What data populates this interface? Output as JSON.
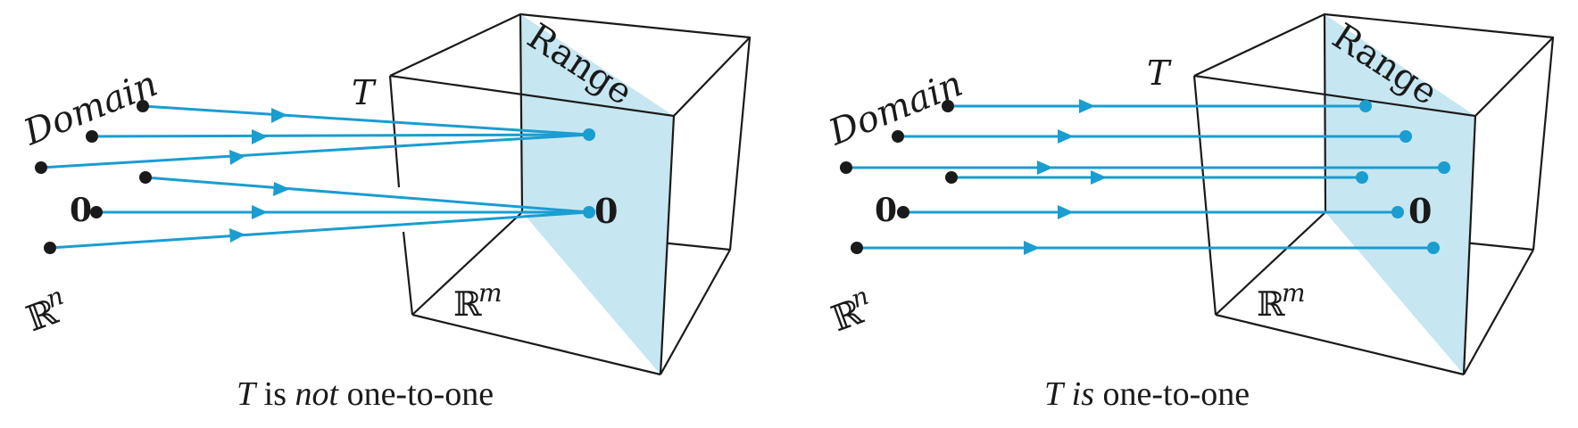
{
  "panels": [
    {
      "domain_label": "Domain",
      "range_label": "Range",
      "map_label": "T",
      "zero_domain": "0",
      "zero_range": "0",
      "space_domain": "ℝ",
      "space_domain_exp": "n",
      "space_range": "ℝ",
      "space_range_exp": "m",
      "caption": {
        "t": "T",
        "is": " is ",
        "emph": "not",
        "rest": " one-to-one"
      }
    },
    {
      "domain_label": "Domain",
      "range_label": "Range",
      "map_label": "T",
      "zero_domain": "0",
      "zero_range": "0",
      "space_domain": "ℝ",
      "space_domain_exp": "n",
      "space_range": "ℝ",
      "space_range_exp": "m",
      "caption": {
        "t": "T",
        "is": " ",
        "emph": "is",
        "rest": " one-to-one"
      }
    }
  ],
  "colors": {
    "mapping": "#1a9dd1",
    "range_plane": "#c6e6f1",
    "ink": "#1a1a1a"
  }
}
